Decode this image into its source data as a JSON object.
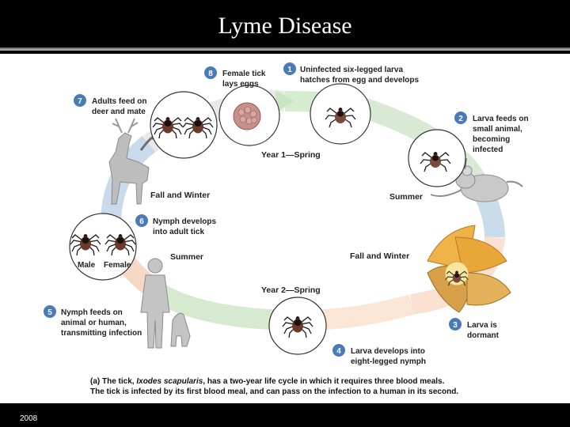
{
  "slide": {
    "title": "Lyme Disease",
    "footer_year": "2008"
  },
  "diagram": {
    "seasons": {
      "year1_spring": "Year 1—Spring",
      "summer_1": "Summer",
      "fall_winter_1": "Fall and Winter",
      "summer_2": "Summer",
      "fall_winter_2": "Fall and Winter",
      "year2_spring": "Year 2—Spring"
    },
    "steps": [
      {
        "num": "1",
        "lines": [
          "Uninfected six-legged larva",
          "hatches from egg and develops"
        ]
      },
      {
        "num": "2",
        "lines": [
          "Larva feeds on",
          "small animal,",
          "becoming",
          "infected"
        ]
      },
      {
        "num": "3",
        "lines": [
          "Larva is",
          "dormant"
        ]
      },
      {
        "num": "4",
        "lines": [
          "Larva develops into",
          "eight-legged nymph"
        ]
      },
      {
        "num": "5",
        "lines": [
          "Nymph feeds on",
          "animal or human,",
          "transmitting infection"
        ]
      },
      {
        "num": "6",
        "lines": [
          "Nymph develops",
          "into adult tick"
        ]
      },
      {
        "num": "7",
        "lines": [
          "Adults feed on",
          "deer and mate"
        ]
      },
      {
        "num": "8",
        "lines": [
          "Female tick",
          "lays eggs"
        ]
      }
    ],
    "sex_labels": {
      "male": "Male",
      "female": "Female"
    },
    "caption": {
      "prefix": "(a) The tick, ",
      "species": "Ixodes scapularis",
      "rest": ", has a two-year life cycle in which it requires three blood meals.",
      "line2": "The tick is infected by its first blood meal, and can pass on the infection to a human in its second."
    }
  }
}
